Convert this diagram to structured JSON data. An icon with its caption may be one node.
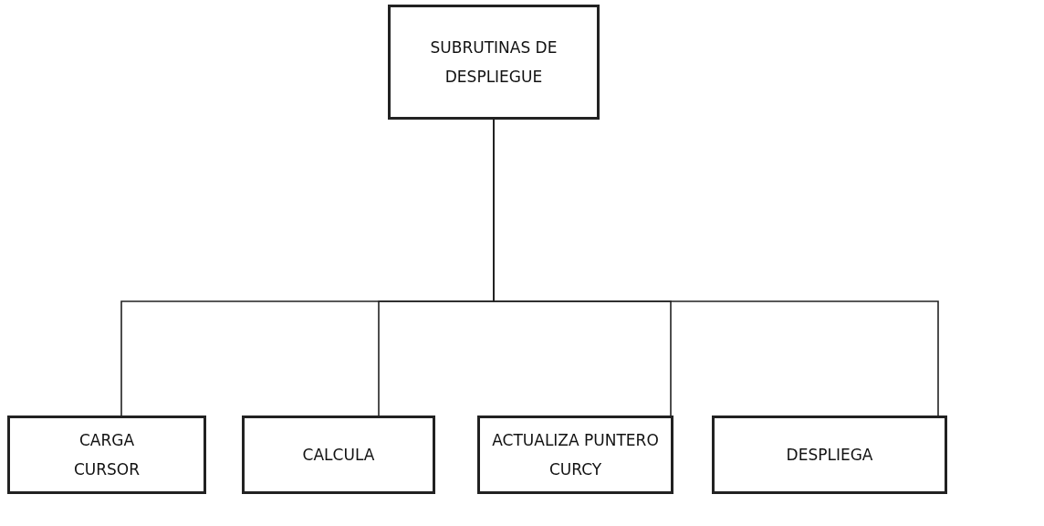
{
  "diagram": {
    "nodes": [
      {
        "text": [
          "SUBRUTINAS DE DESPLIEGUE"
        ]
      },
      {
        "text": [
          "CARGA CURSOR"
        ]
      },
      {
        "text": [
          "CALCULA"
        ]
      },
      {
        "text": [
          "ACTUALIZA PUNTERO CURCY"
        ]
      },
      {
        "text": [
          "DESPLIEGA"
        ]
      }
    ],
    "edges": [
      {
        "from": 0,
        "to": 1,
        "arrow": "none"
      },
      {
        "from": 0,
        "to": 2,
        "arrow": "none"
      },
      {
        "from": 0,
        "to": 3,
        "arrow": "none"
      },
      {
        "from": 0,
        "to": 4,
        "arrow": "none"
      }
    ]
  }
}
